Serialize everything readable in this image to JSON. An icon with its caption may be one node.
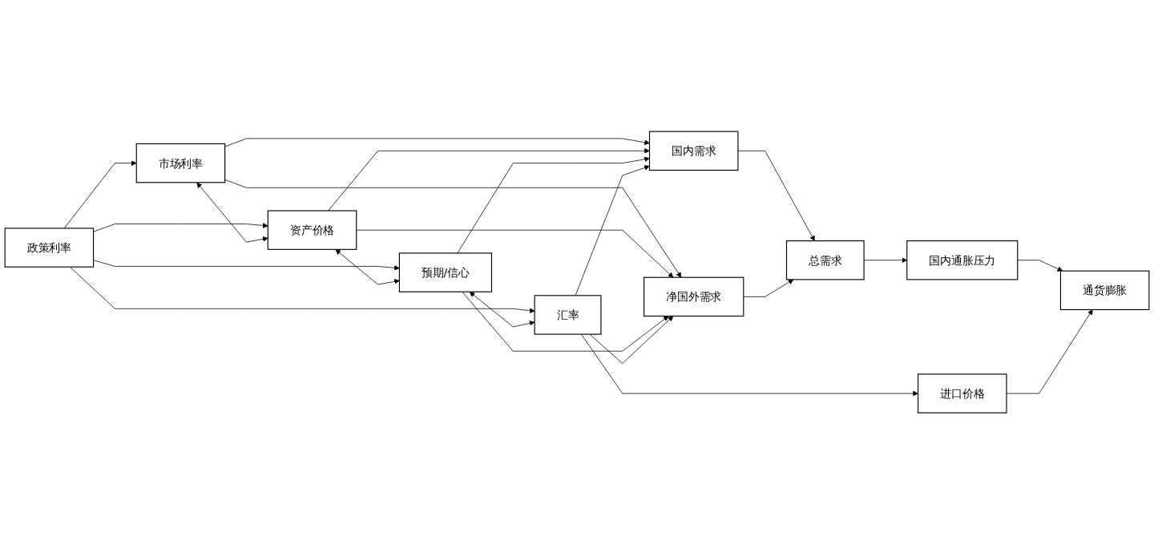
{
  "diagram": {
    "nodes": [
      {
        "text": [
          "政策利率"
        ]
      },
      {
        "text": [
          "市场利率"
        ]
      },
      {
        "text": [
          "资产价格"
        ]
      },
      {
        "text": [
          "预期/信心"
        ]
      },
      {
        "text": [
          "汇率"
        ]
      },
      {
        "text": [
          "国内需求"
        ]
      },
      {
        "text": [
          "净国外需求"
        ]
      },
      {
        "text": [
          "总需求"
        ]
      },
      {
        "text": [
          "国内通胀压力"
        ]
      },
      {
        "text": [
          "通货膨胀"
        ]
      },
      {
        "text": [
          "进口价格"
        ]
      }
    ],
    "edges": [
      {
        "from": 0,
        "to": 1,
        "arrow": "to"
      },
      {
        "from": 0,
        "to": 2,
        "arrow": "to"
      },
      {
        "from": 0,
        "to": 3,
        "arrow": "to"
      },
      {
        "from": 0,
        "to": 4,
        "arrow": "to"
      },
      {
        "from": 1,
        "to": 2,
        "arrow": "both"
      },
      {
        "from": 2,
        "to": 3,
        "arrow": "both"
      },
      {
        "from": 3,
        "to": 4,
        "arrow": "both"
      },
      {
        "from": 1,
        "to": 5,
        "arrow": "to"
      },
      {
        "from": 2,
        "to": 5,
        "arrow": "to"
      },
      {
        "from": 3,
        "to": 5,
        "arrow": "to"
      },
      {
        "from": 4,
        "to": 5,
        "arrow": "to"
      },
      {
        "from": 1,
        "to": 6,
        "arrow": "to"
      },
      {
        "from": 2,
        "to": 6,
        "arrow": "to"
      },
      {
        "from": 3,
        "to": 6,
        "arrow": "to"
      },
      {
        "from": 4,
        "to": 6,
        "arrow": "to"
      },
      {
        "from": 5,
        "to": 7,
        "arrow": "to"
      },
      {
        "from": 6,
        "to": 7,
        "arrow": "to"
      },
      {
        "from": 7,
        "to": 8,
        "arrow": "to"
      },
      {
        "from": 8,
        "to": 9,
        "arrow": "to"
      },
      {
        "from": 4,
        "to": 10,
        "arrow": "to"
      },
      {
        "from": 10,
        "to": 9,
        "arrow": "to"
      }
    ]
  }
}
